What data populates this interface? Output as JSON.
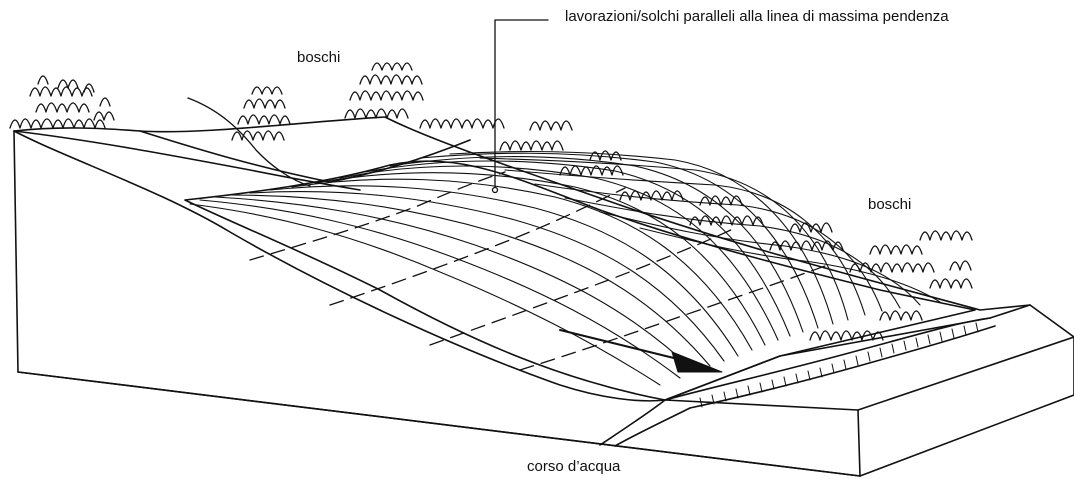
{
  "labels": {
    "furrows": "lavorazioni/solchi paralleli alla linea di massima pendenza",
    "woods_left": "boschi",
    "woods_right": "boschi",
    "stream": "corso d’acqua"
  },
  "colors": {
    "ink": "#111111",
    "paper": "#ffffff"
  },
  "icons": {
    "slope_arrow": "arrow-down-right",
    "trees": "tree-canopy-scallops"
  }
}
